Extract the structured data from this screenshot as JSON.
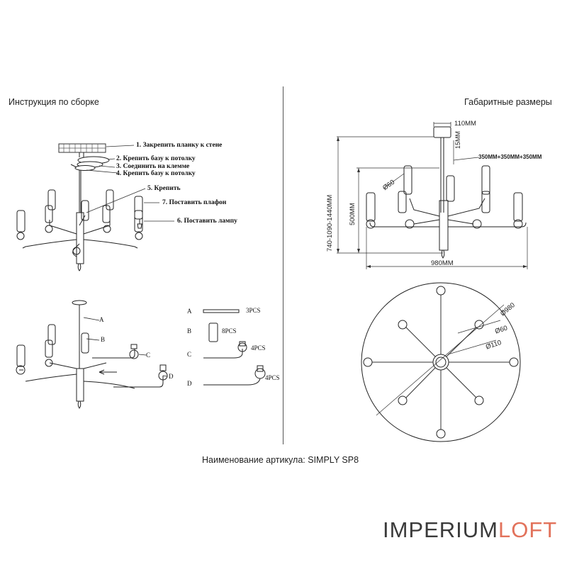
{
  "headings": {
    "assembly": "Инструкция по сборке",
    "dimensions": "Габаритные размеры"
  },
  "assembly_steps": [
    "1. Закрепить планку к стене",
    "2. Крепить базу к потолку",
    "3. Соединить на клемме",
    "4. Крепить базу к потолку",
    "5. Крепить",
    "7. Поставить плафон",
    "6. Поставить лампу"
  ],
  "parts": {
    "a_letter": "A",
    "a_qty": "3PCS",
    "b_letter": "B",
    "b_qty": "8PCS",
    "c_letter": "C",
    "c_qty": "4PCS",
    "d_letter": "D",
    "d_qty": "4PCS",
    "callout_a": "A",
    "callout_b": "B",
    "callout_c": "C",
    "callout_d": "D"
  },
  "dimensions": {
    "canopy": "110MM",
    "chain": "15MM",
    "rods": "350MM+350MM+350MM",
    "total_height": "740-1090-1440MM",
    "body_height": "500MM",
    "shade": "Ø60",
    "width": "980MM",
    "top_diameter": "Ø980",
    "top_shade": "Ø60",
    "top_canopy": "Ø110"
  },
  "article": "Наименование артикула: SIMPLY SP8",
  "brand": {
    "part1": "IMPERIUM",
    "part2": "LOFT"
  }
}
